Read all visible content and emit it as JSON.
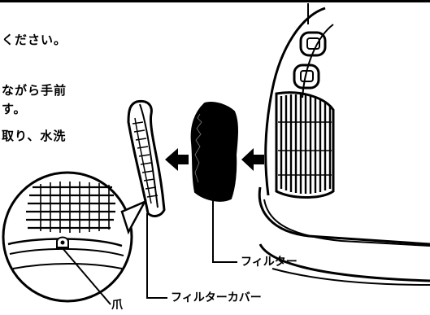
{
  "instructions": {
    "line1": "ください。",
    "line2": "ながら手前",
    "line3": "す。",
    "line4": "取り、水洗"
  },
  "labels": {
    "filter": "フィルター",
    "filter_cover": "フィルターカバー",
    "claw": "爪"
  }
}
